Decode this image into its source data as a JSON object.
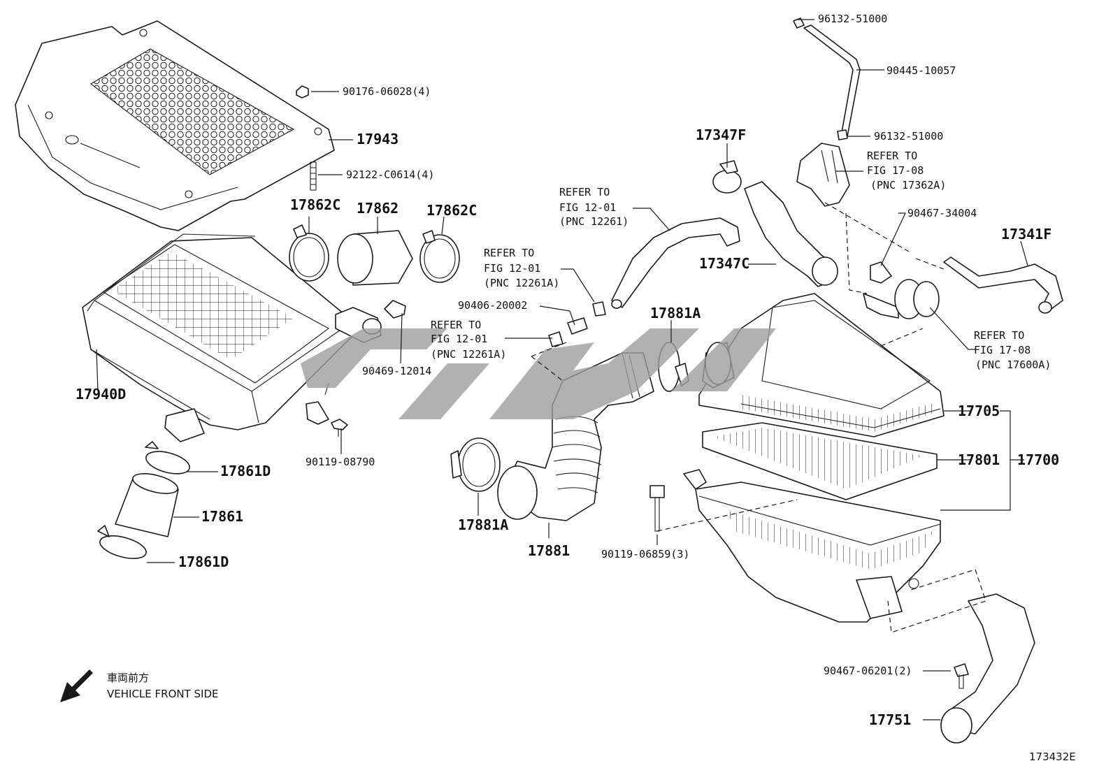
{
  "diagram": {
    "part_labels": [
      {
        "id": "p1",
        "text": "90176-06028(4)",
        "style": "normal"
      },
      {
        "id": "p2",
        "text": "17943",
        "style": "bold"
      },
      {
        "id": "p3",
        "text": "92122-C0614(4)",
        "style": "normal"
      },
      {
        "id": "p4",
        "text": "17862C",
        "style": "bold"
      },
      {
        "id": "p5",
        "text": "17862",
        "style": "bold"
      },
      {
        "id": "p6",
        "text": "17862C",
        "style": "bold"
      },
      {
        "id": "p7",
        "text": "17940D",
        "style": "bold"
      },
      {
        "id": "p8",
        "text": "90469-12014",
        "style": "normal"
      },
      {
        "id": "p9",
        "text": "90119-08790",
        "style": "normal"
      },
      {
        "id": "p10",
        "text": "17861D",
        "style": "bold"
      },
      {
        "id": "p11",
        "text": "17861",
        "style": "bold"
      },
      {
        "id": "p12",
        "text": "17861D",
        "style": "bold"
      },
      {
        "id": "p13",
        "text": "90406-20002",
        "style": "normal"
      },
      {
        "id": "p14",
        "text": "17881A",
        "style": "bold"
      },
      {
        "id": "p15",
        "text": "17881",
        "style": "bold"
      },
      {
        "id": "p16",
        "text": "17881A",
        "style": "bold"
      },
      {
        "id": "p17",
        "text": "90119-06859(3)",
        "style": "normal"
      },
      {
        "id": "p18",
        "text": "17347F",
        "style": "bold"
      },
      {
        "id": "p19",
        "text": "17347C",
        "style": "bold"
      },
      {
        "id": "p20",
        "text": "96132-51000",
        "style": "normal"
      },
      {
        "id": "p21",
        "text": "90445-10057",
        "style": "normal"
      },
      {
        "id": "p22",
        "text": "96132-51000",
        "style": "normal"
      },
      {
        "id": "p23",
        "text": "90467-34004",
        "style": "normal"
      },
      {
        "id": "p24",
        "text": "17341F",
        "style": "bold"
      },
      {
        "id": "p25",
        "text": "17705",
        "style": "bold"
      },
      {
        "id": "p26",
        "text": "17801",
        "style": "bold"
      },
      {
        "id": "p27",
        "text": "17700",
        "style": "bold"
      },
      {
        "id": "p28",
        "text": "90467-06201(2)",
        "style": "normal"
      },
      {
        "id": "p29",
        "text": "17751",
        "style": "bold"
      }
    ],
    "references": [
      {
        "id": "r1",
        "lines": [
          "REFER TO",
          "FIG 12-01",
          "(PNC 12261)"
        ]
      },
      {
        "id": "r2",
        "lines": [
          "REFER TO",
          "FIG 12-01",
          "(PNC 12261A)"
        ]
      },
      {
        "id": "r3",
        "lines": [
          "REFER TO",
          "FIG 12-01",
          "(PNC 12261A)"
        ]
      },
      {
        "id": "r4",
        "lines": [
          "REFER TO",
          "FIG 17-08",
          "(PNC 17362A)"
        ]
      },
      {
        "id": "r5",
        "lines": [
          "REFER TO",
          "FIG 17-08",
          "(PNC 17600A)"
        ]
      }
    ],
    "direction_note": {
      "jp": "車両前方",
      "en": "VEHICLE FRONT SIDE"
    },
    "figure_code": "173432E",
    "colors": {
      "line": "#1a1a1a",
      "watermark": "#9e9e9e",
      "background": "#ffffff"
    }
  }
}
